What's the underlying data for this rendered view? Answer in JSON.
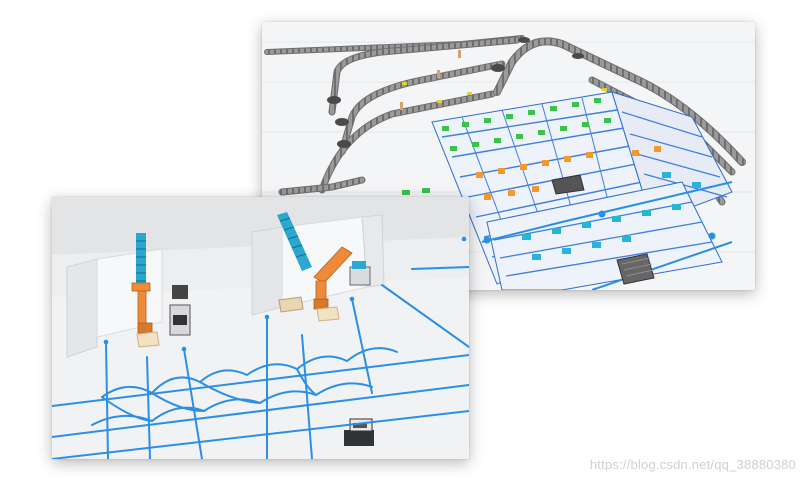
{
  "scenes": [
    {
      "id": "warehouse-storage",
      "kind": "3d-warehouse-overview"
    },
    {
      "id": "robot-workcell",
      "kind": "3d-agv-workstation"
    }
  ],
  "colors": {
    "floor_grid": "#e9ecf0",
    "rack_frame": "#2f6fd0",
    "rack_panel": "#eef2fa",
    "bin_green": "#3cc24b",
    "bin_orange": "#f29a2e",
    "bin_cyan": "#27b4d6",
    "conveyor": "#8e8e8e",
    "agv_path": "#2b8fe6",
    "robot_arm": "#ee8b3a",
    "wall": "#f1f2f4"
  },
  "watermark": "https://blog.csdn.net/qq_38880380"
}
